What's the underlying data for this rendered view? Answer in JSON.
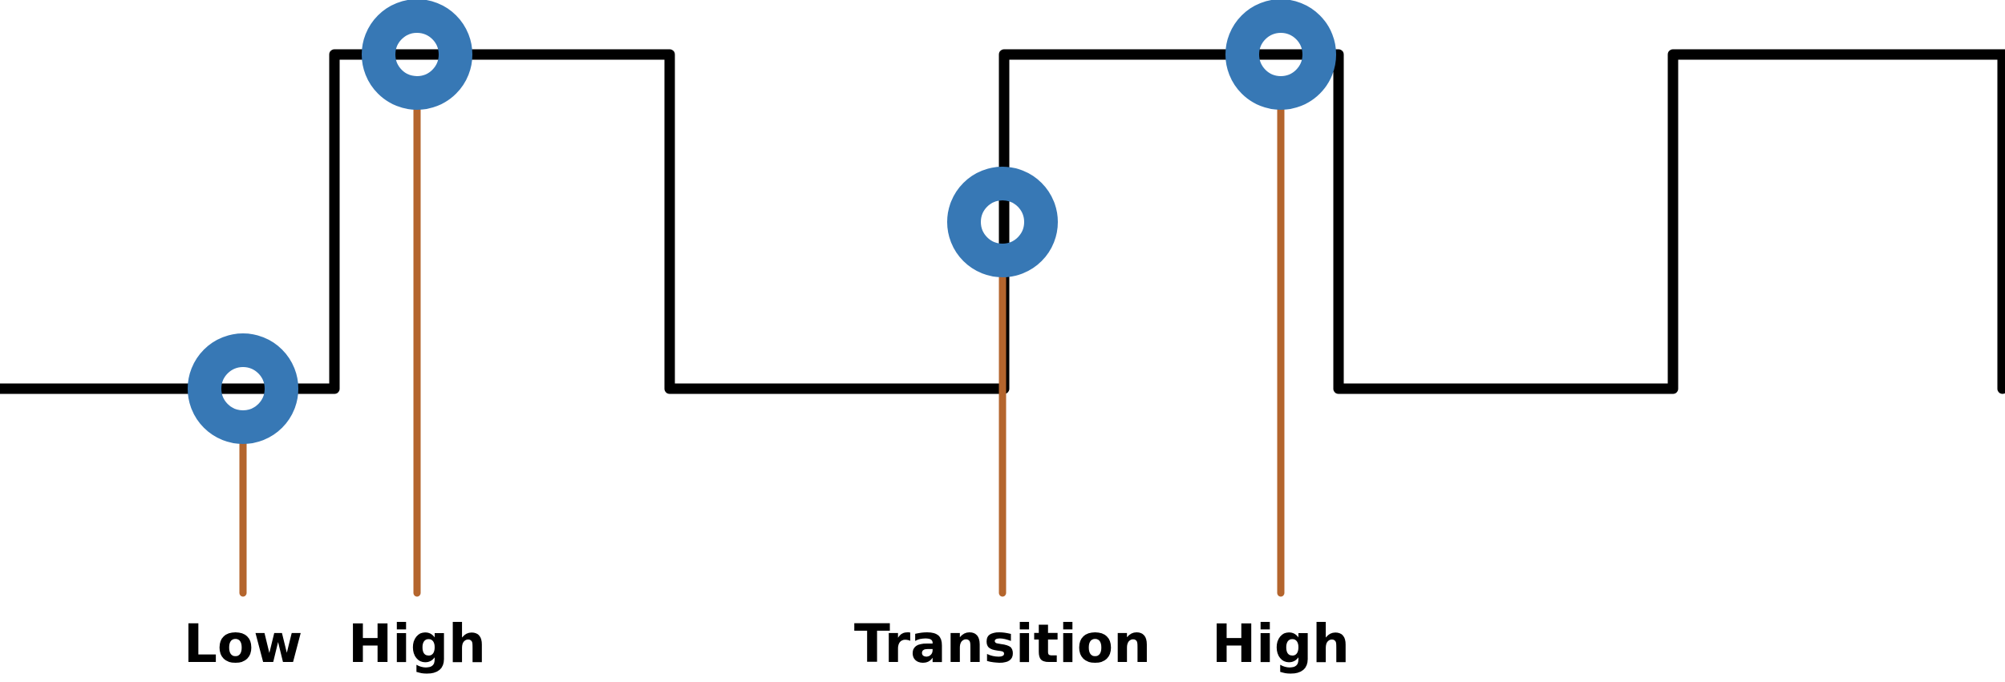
{
  "diagram": {
    "colors": {
      "waveform": "#000000",
      "marker": "#3778B5",
      "marker_center": "#FFFFFF",
      "leader": "#B4652D"
    },
    "samples": [
      {
        "label": "Low"
      },
      {
        "label": "High"
      },
      {
        "label": "Transition"
      },
      {
        "label": "High"
      }
    ]
  }
}
